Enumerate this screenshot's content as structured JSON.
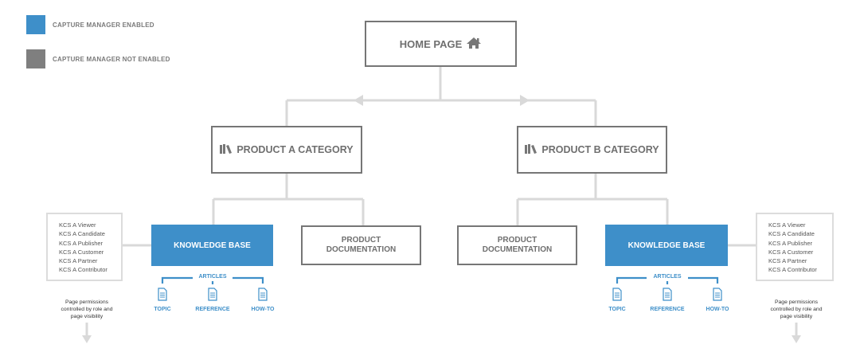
{
  "legend": {
    "enabled_label": "CAPTURE MANAGER ENABLED",
    "not_enabled_label": "CAPTURE MANAGER NOT ENABLED",
    "enabled_color": "#3e8fc9",
    "not_enabled_color": "#7f7f7f"
  },
  "home": {
    "label": "HOME PAGE",
    "icon": "home-icon"
  },
  "product_a": {
    "label": "PRODUCT A CATEGORY",
    "icon": "books-icon",
    "knowledge_base": "KNOWLEDGE BASE",
    "documentation_line1": "PRODUCT",
    "documentation_line2": "DOCUMENTATION",
    "articles_label": "ARTICLES",
    "article_types": [
      "TOPIC",
      "REFERENCE",
      "HOW-TO"
    ],
    "roles": [
      "KCS A Viewer",
      "KCS A Candidate",
      "KCS A Publisher",
      "KCS A Customer",
      "KCS A Partner",
      "KCS A Contributor"
    ],
    "permissions_note": [
      "Page permissions",
      "controlled by role and",
      "page visibility"
    ]
  },
  "product_b": {
    "label": "PRODUCT B CATEGORY",
    "icon": "books-icon",
    "knowledge_base": "KNOWLEDGE BASE",
    "documentation_line1": "PRODUCT",
    "documentation_line2": "DOCUMENTATION",
    "articles_label": "ARTICLES",
    "article_types": [
      "TOPIC",
      "REFERENCE",
      "HOW-TO"
    ],
    "roles": [
      "KCS A Viewer",
      "KCS A Candidate",
      "KCS A Publisher",
      "KCS A Customer",
      "KCS A Partner",
      "KCS A Contributor"
    ],
    "permissions_note": [
      "Page permissions",
      "controlled by role and",
      "page visibility"
    ]
  }
}
